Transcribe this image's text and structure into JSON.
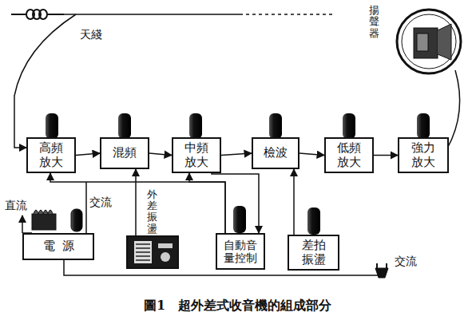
{
  "diagram": {
    "caption": "圖1　超外差式收音機的組成部分",
    "nodes": [
      {
        "text": [
          "高頻放大"
        ]
      },
      {
        "text": [
          "混頻"
        ]
      },
      {
        "text": [
          "中頻放大"
        ]
      },
      {
        "text": [
          "檢波"
        ]
      },
      {
        "text": [
          "低頻放大"
        ]
      },
      {
        "text": [
          "強力放大"
        ]
      },
      {
        "text": [
          "電源"
        ]
      },
      {
        "text": [
          "外差振盪"
        ]
      },
      {
        "text": [
          "自動音量控制"
        ]
      },
      {
        "text": [
          "差拍振盪"
        ]
      }
    ],
    "edges": [
      {
        "from": 0,
        "to": 1,
        "arrow": "to"
      },
      {
        "from": 1,
        "to": 2,
        "arrow": "to"
      },
      {
        "from": 2,
        "to": 3,
        "arrow": "to"
      },
      {
        "from": 3,
        "to": 4,
        "arrow": "to"
      },
      {
        "from": 4,
        "to": 5,
        "arrow": "to"
      },
      {
        "from": 7,
        "to": 1,
        "arrow": "to"
      },
      {
        "from": 2,
        "to": 8,
        "arrow": "to"
      },
      {
        "from": 8,
        "to": 0,
        "arrow": "to"
      },
      {
        "from": 8,
        "to": 2,
        "arrow": "to"
      },
      {
        "from": 9,
        "to": 3,
        "arrow": "to"
      }
    ],
    "labels": [
      "天綫",
      "揚聲器",
      "直流",
      "交流",
      "交流"
    ]
  }
}
